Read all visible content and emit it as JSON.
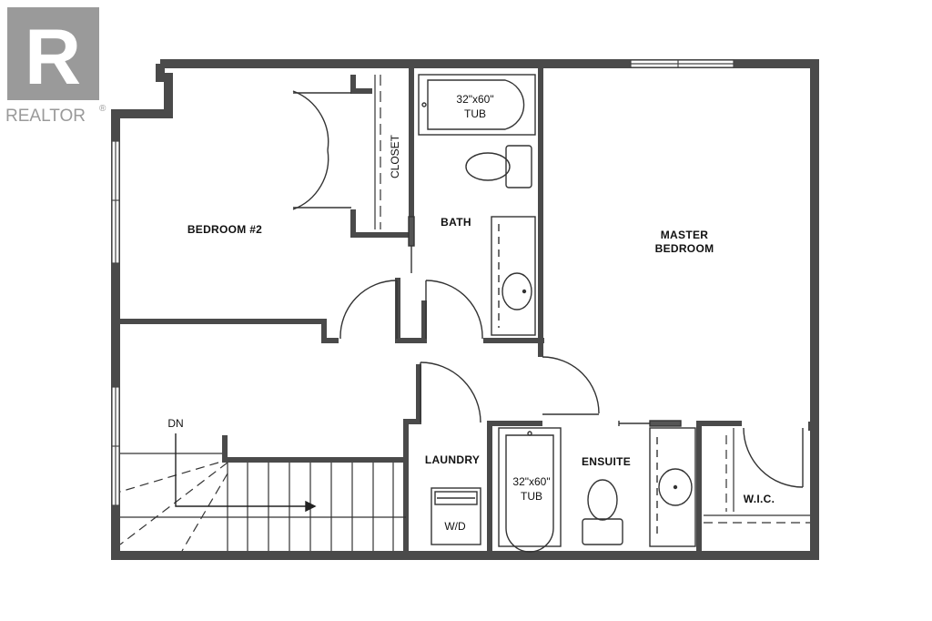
{
  "logo": {
    "letter": "R",
    "wordmark": "REALTOR",
    "registered": "®",
    "color": "#9a9a9a"
  },
  "rooms": {
    "bedroom2": "BEDROOM #2",
    "closet": "CLOSET",
    "bath": "BATH",
    "master_line1": "MASTER",
    "master_line2": "BEDROOM",
    "laundry": "LAUNDRY",
    "ensuite": "ENSUITE",
    "wic": "W.I.C."
  },
  "fixtures": {
    "tub_size": "32\"x60\"",
    "tub_label": "TUB",
    "washer_dryer": "W/D",
    "stairs_dir": "DN"
  },
  "colors": {
    "wall": "#4a4a4a",
    "line": "#222222"
  }
}
